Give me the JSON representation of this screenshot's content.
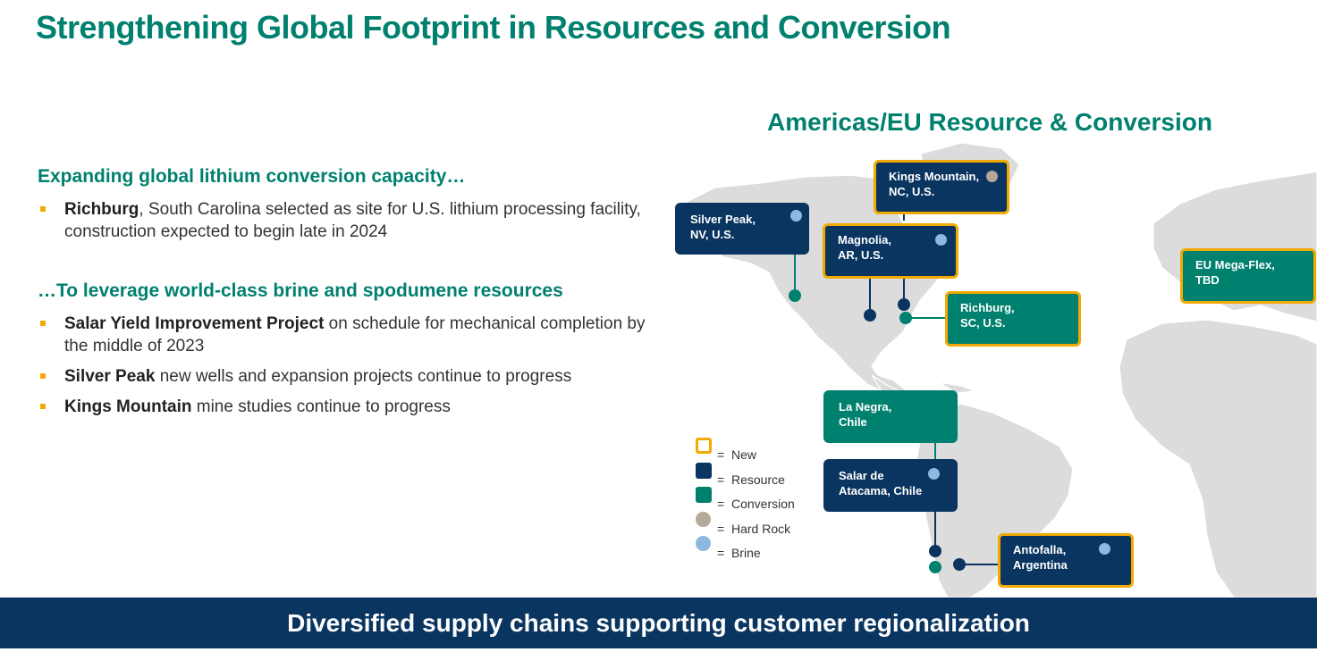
{
  "title": "Strengthening Global Footprint in Resources and Conversion",
  "left": {
    "section1": {
      "heading": "Expanding global lithium conversion capacity…",
      "bullets": [
        {
          "bold": "Richburg",
          "text": ", South Carolina selected as site for U.S. lithium processing facility, construction expected to begin late in 2024"
        }
      ]
    },
    "section2": {
      "heading": "…To leverage world-class brine and spodumene resources",
      "bullets": [
        {
          "bold": "Salar Yield Improvement Project",
          "text": " on schedule for mechanical completion by the middle of 2023"
        },
        {
          "bold": "Silver Peak",
          "text": " new wells and expansion projects continue to progress"
        },
        {
          "bold": "Kings Mountain",
          "text": " mine studies continue to progress"
        }
      ]
    }
  },
  "map": {
    "title": "Americas/EU Resource & Conversion",
    "sites": [
      {
        "id": "kings-mountain",
        "label": "Kings Mountain,\nNC, U.S.",
        "kind": "resource",
        "new": true,
        "resource_type": "hard-rock"
      },
      {
        "id": "silver-peak",
        "label": "Silver Peak,\nNV, U.S.",
        "kind": "resource",
        "new": false,
        "resource_type": "brine"
      },
      {
        "id": "magnolia",
        "label": "Magnolia,\nAR, U.S.",
        "kind": "resource",
        "new": true,
        "resource_type": "brine"
      },
      {
        "id": "richburg",
        "label": "Richburg,\nSC, U.S.",
        "kind": "conversion",
        "new": true,
        "resource_type": ""
      },
      {
        "id": "eu-mega-flex",
        "label": "EU Mega-Flex,\nTBD",
        "kind": "conversion",
        "new": true,
        "resource_type": ""
      },
      {
        "id": "la-negra",
        "label": "La Negra,\nChile",
        "kind": "conversion",
        "new": false,
        "resource_type": ""
      },
      {
        "id": "salar-de-atacama",
        "label": "Salar de\nAtacama, Chile",
        "kind": "resource",
        "new": false,
        "resource_type": "brine"
      },
      {
        "id": "antofalla",
        "label": "Antofalla,\nArgentina",
        "kind": "resource",
        "new": true,
        "resource_type": "brine"
      }
    ],
    "legend": [
      {
        "symbol": "new",
        "label": "New"
      },
      {
        "symbol": "resource",
        "label": "Resource"
      },
      {
        "symbol": "conversion",
        "label": "Conversion"
      },
      {
        "symbol": "hard-rock",
        "label": "Hard Rock"
      },
      {
        "symbol": "brine",
        "label": "Brine"
      }
    ],
    "legend_sep": "=",
    "colors": {
      "resource": "#0a3560",
      "conversion": "#00806e",
      "new_border": "#f2a900",
      "hard_rock": "#b5a898",
      "brine": "#8db8e0",
      "land": "#d9d9d9"
    }
  },
  "banner": "Diversified supply chains supporting customer regionalization"
}
